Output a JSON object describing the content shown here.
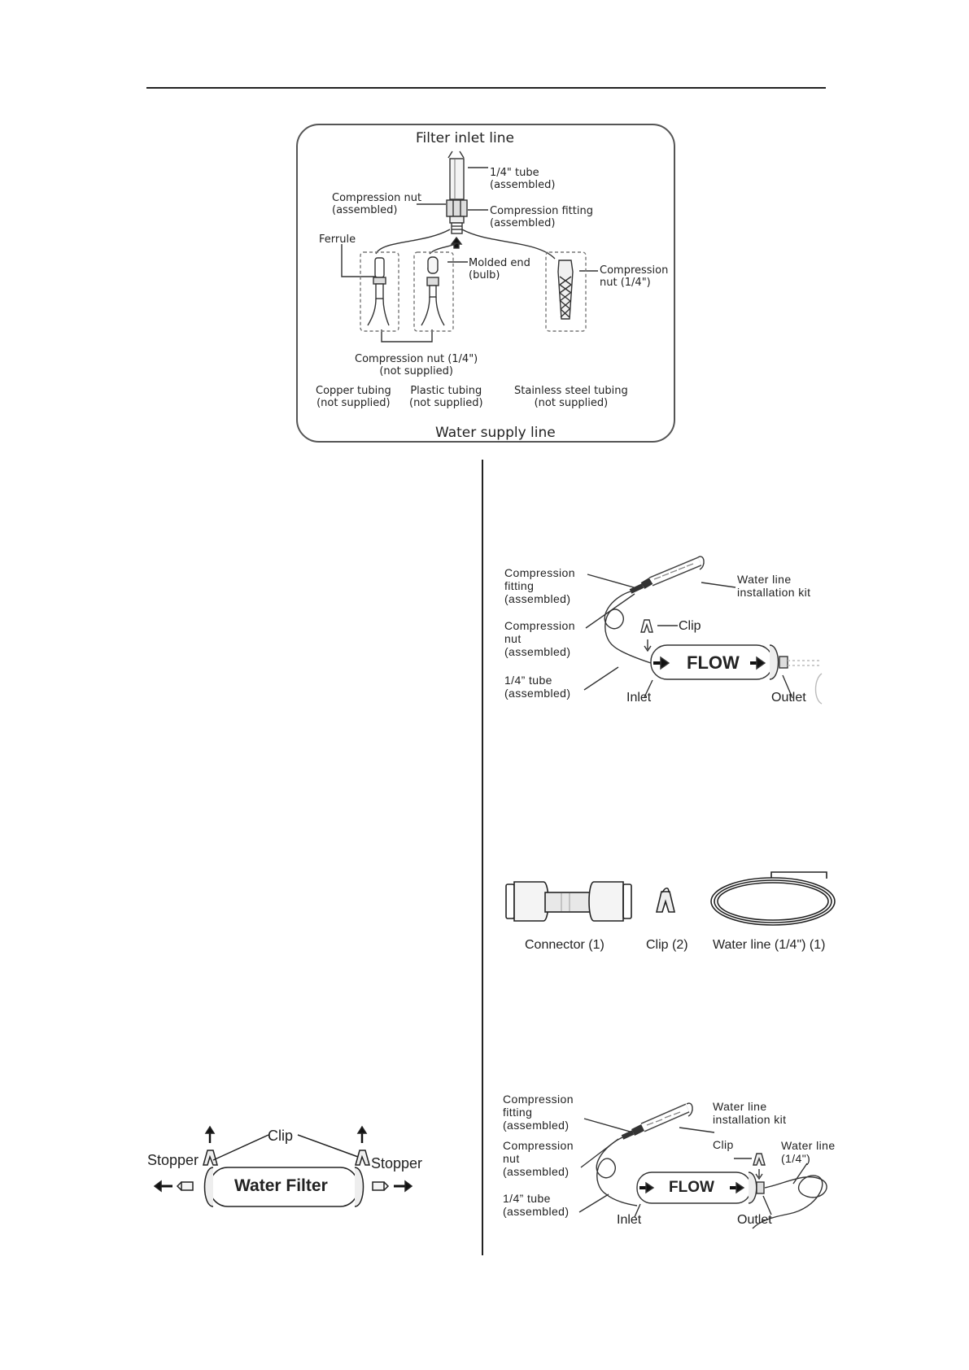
{
  "fig1": {
    "title_top": "Filter inlet line",
    "tube": "1/4\" tube\n(assembled)",
    "comp_nut_asm": "Compression nut\n(assembled)",
    "comp_fitting": "Compression fitting\n(assembled)",
    "ferrule": "Ferrule",
    "molded_end": "Molded end\n(bulb)",
    "comp_nut_quarter": "Compression\nnut (1/4\")",
    "comp_nut_not_supplied": "Compression nut (1/4\")\n(not supplied)",
    "copper": "Copper tubing\n(not supplied)",
    "plastic": "Plastic tubing\n(not supplied)",
    "stainless": "Stainless steel tubing\n(not supplied)",
    "title_bottom": "Water supply line"
  },
  "fig2": {
    "comp_fitting": "Compression\nfitting\n(assembled)",
    "comp_nut": "Compression\nnut\n(assembled)",
    "tube": "1/4” tube\n(assembled)",
    "kit": "Water line\ninstallation kit",
    "clip": "Clip",
    "flow": "FLOW",
    "inlet": "Inlet",
    "outlet": "Outlet"
  },
  "fig3": {
    "connector": "Connector (1)",
    "clip": "Clip (2)",
    "water_line": "Water line (1/4\") (1)"
  },
  "fig4": {
    "stopper_left": "Stopper",
    "stopper_right": "Stopper",
    "clip": "Clip",
    "filter": "Water Filter"
  },
  "fig5": {
    "comp_fitting": "Compression\nfitting\n(assembled)",
    "comp_nut": "Compression\nnut\n(assembled)",
    "tube": "1/4” tube\n(assembled)",
    "kit": "Water line\ninstallation kit",
    "clip": "Clip",
    "water_line": "Water line\n(1/4\")",
    "flow": "FLOW",
    "inlet": "Inlet",
    "outlet": "Outlet"
  }
}
